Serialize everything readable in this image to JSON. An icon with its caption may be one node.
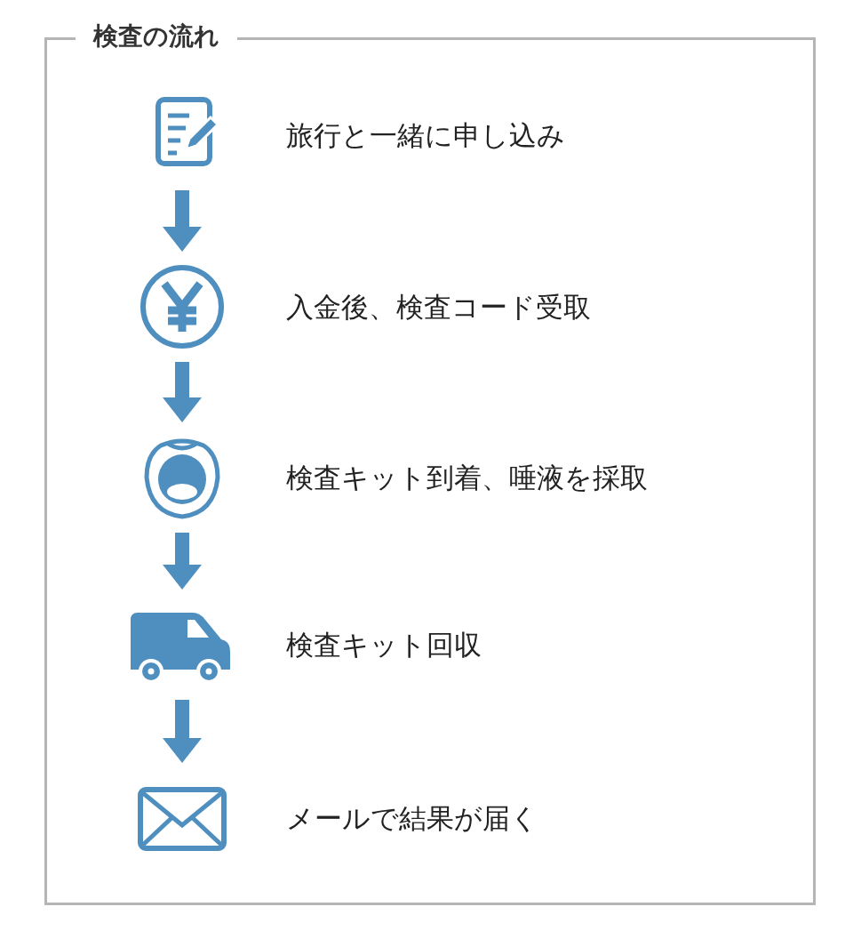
{
  "diagram": {
    "nodes": [
      {
        "text": [
          "検査の流れ"
        ]
      },
      {
        "text": [
          "旅行と一緒に申し込み"
        ],
        "in": 0
      },
      {
        "text": [
          "入金後、検査コード受取"
        ],
        "in": 0
      },
      {
        "text": [
          "検査キット到着、唾液を採取"
        ],
        "in": 0
      },
      {
        "text": [
          "検査キット回収"
        ],
        "in": 0
      },
      {
        "text": [
          "メールで結果が届く"
        ],
        "in": 0
      }
    ],
    "edges": [
      {
        "from": 1,
        "to": 2,
        "arrow": "to"
      },
      {
        "from": 2,
        "to": 3,
        "arrow": "to"
      },
      {
        "from": 3,
        "to": 4,
        "arrow": "to"
      },
      {
        "from": 4,
        "to": 5,
        "arrow": "to"
      }
    ]
  }
}
